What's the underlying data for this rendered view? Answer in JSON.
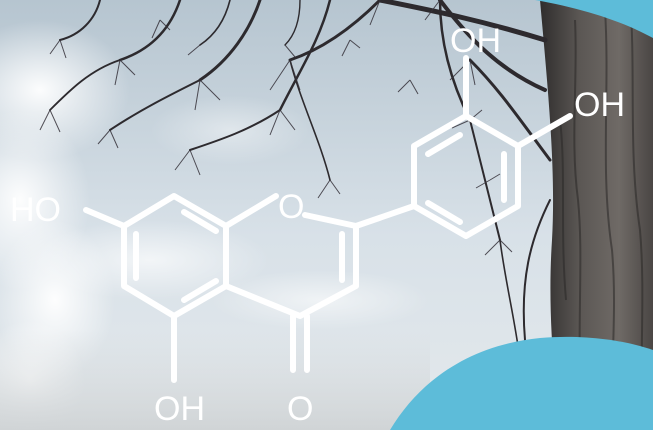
{
  "image": {
    "description_free": true,
    "colors": {
      "sky_top": "#b7c6d1",
      "sky_bottom": "#dfe7ec",
      "smoke": "#f2f5f7",
      "branch": "#2d2a2e",
      "bark_dark": "#3f3d3c",
      "bark_light": "#6b6763",
      "accent_blue": "#5dbcd9",
      "molecule": "#ffffff",
      "ground_haze": "#d4d8da"
    }
  },
  "molecule": {
    "labels": {
      "oh_top": "OH",
      "oh_right": "OH",
      "ho_left": "HO",
      "ring_oxygen": "O",
      "oh_bottom": "OH",
      "carbonyl_oxygen": "O"
    }
  }
}
